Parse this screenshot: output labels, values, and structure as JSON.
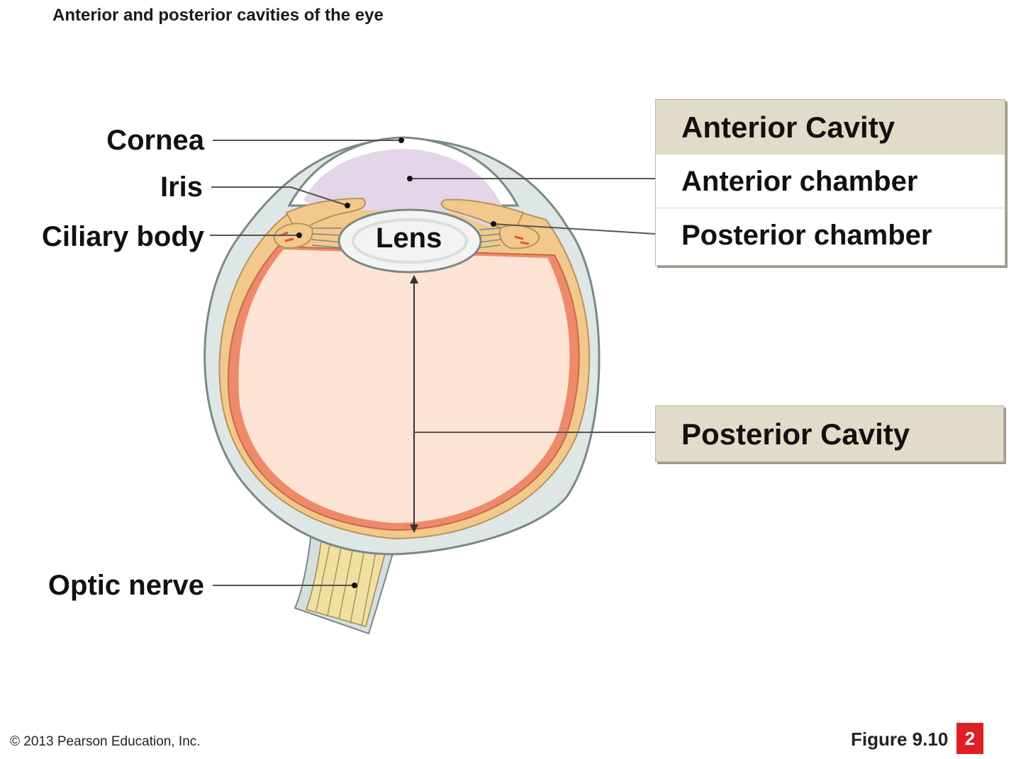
{
  "title": "Anterior and posterior cavities of the eye",
  "labels": {
    "cornea": "Cornea",
    "iris": "Iris",
    "ciliary_body": "Ciliary body",
    "optic_nerve": "Optic nerve",
    "lens": "Lens"
  },
  "anterior_cavity": {
    "heading": "Anterior Cavity",
    "items": [
      "Anterior chamber",
      "Posterior chamber"
    ]
  },
  "posterior_cavity": {
    "heading": "Posterior Cavity"
  },
  "footer": {
    "copyright": "© 2013 Pearson Education, Inc.",
    "figure": "Figure 9.10",
    "page": "2"
  },
  "colors": {
    "vitreous": "#fde3d3",
    "aqueous": "#e4d5e8",
    "sclera": "#dfe6e6",
    "choroid": "#f2c98a",
    "retina": "#ee8a6a",
    "box_header": "#e0dcc9",
    "badge": "#e01f24"
  }
}
